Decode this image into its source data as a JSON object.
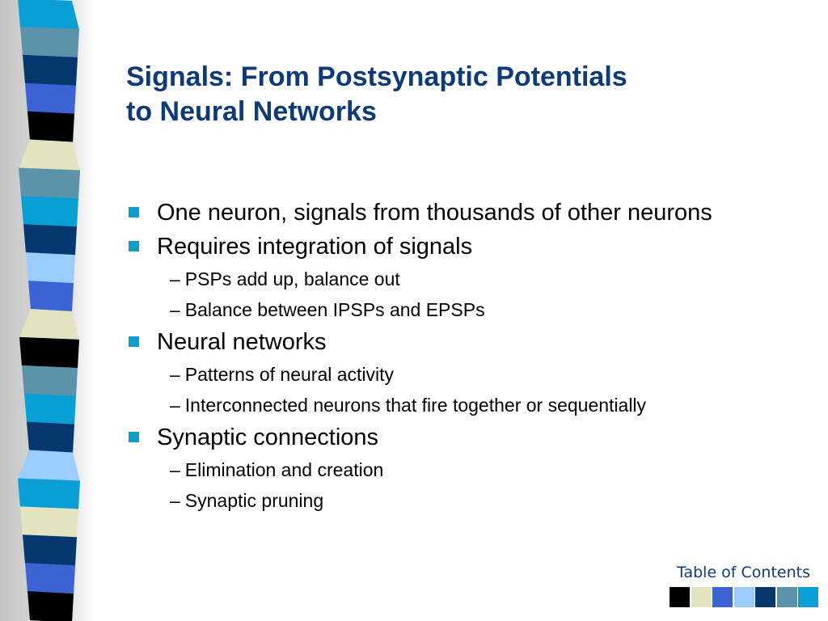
{
  "slide": {
    "title_lines": [
      "Signals: From Postsynaptic Potentials",
      "to Neural Networks"
    ],
    "bullets": [
      {
        "text": "One neuron, signals from thousands of other neurons",
        "sub": []
      },
      {
        "text": "Requires integration of signals",
        "sub": [
          "PSPs add up, balance out",
          "Balance between IPSPs and EPSPs"
        ]
      },
      {
        "text": "Neural networks",
        "sub": [
          "Patterns of neural activity",
          "Interconnected neurons that fire together or sequentially"
        ]
      },
      {
        "text": "Synaptic connections",
        "sub": [
          "Elimination and creation",
          "Synaptic pruning"
        ]
      }
    ],
    "sub_dash": "–"
  },
  "footer": {
    "toc_link": "Table of Contents",
    "swatch_colors": [
      "#000000",
      "#e3e3bf",
      "#3a64d4",
      "#99ccff",
      "#06376e",
      "#5a93aa",
      "#0a9fd4"
    ]
  },
  "theme": {
    "title_color": "#0e3a78",
    "bullet_color": "#0f9ec7",
    "strip_colors": [
      "#0a9fd4",
      "#5a93aa",
      "#06376e",
      "#3a64d4",
      "#000000",
      "#e3e3bf",
      "#5a93aa",
      "#0a9fd4",
      "#06376e",
      "#99ccff",
      "#3a64d4",
      "#e3e3bf",
      "#000000",
      "#5a93aa",
      "#0a9fd4",
      "#06376e",
      "#99ccff",
      "#0a9fd4",
      "#e3e3bf",
      "#06376e",
      "#3a64d4",
      "#000000"
    ]
  }
}
